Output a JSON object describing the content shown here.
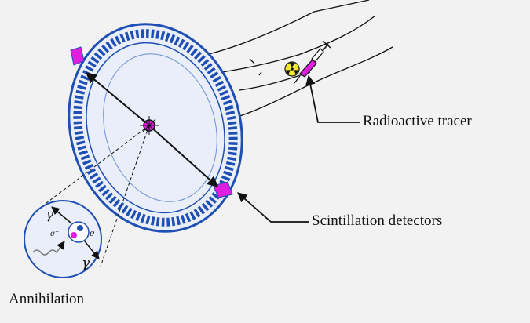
{
  "labels": {
    "radioactive_tracer": "Radioactive tracer",
    "scintillation_detectors": "Scintillation detectors",
    "annihilation": "Annihilation"
  },
  "symbols": {
    "gamma_top": "γ",
    "gamma_bottom": "γ",
    "positron": "e⁺",
    "electron": "e"
  },
  "colors": {
    "background": "#f2f2f2",
    "ring_blue": "#1e4fb4",
    "detector_magenta": "#e01ee0",
    "radiation_yellow": "#f2ea2a",
    "ink": "#111111"
  },
  "icons": [
    "radiation-symbol-icon",
    "syringe-icon"
  ]
}
